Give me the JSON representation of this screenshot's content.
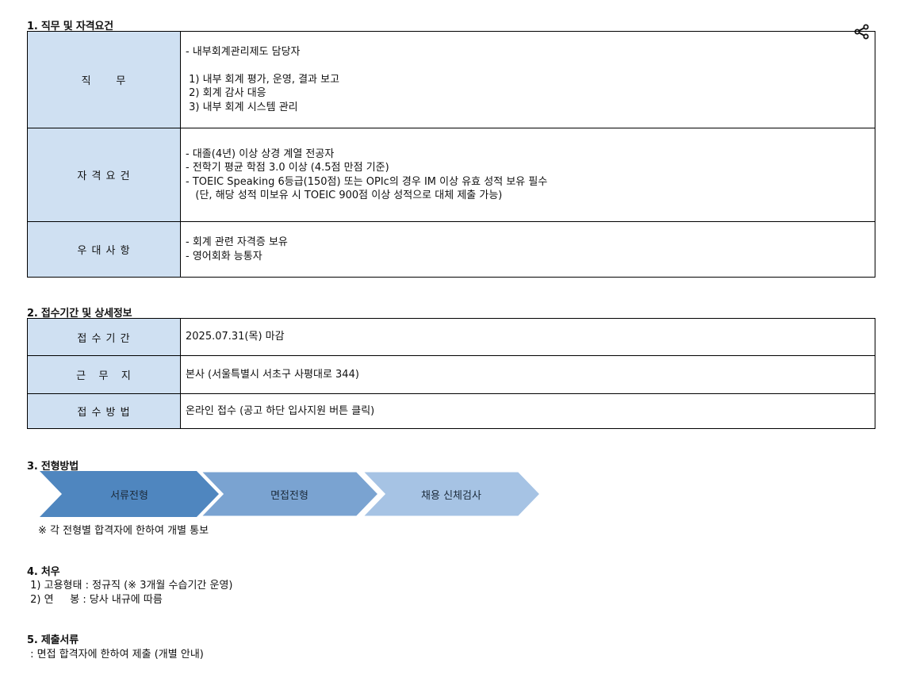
{
  "section1": {
    "title": "1. 직무 및 자격요건",
    "rows": [
      {
        "label": "직      무",
        "lines": [
          "- 내부회계관리제도 담당자",
          "",
          " 1) 내부 회계 평가, 운영, 결과 보고",
          " 2) 회계 감사 대응",
          " 3) 내부 회계 시스템 관리"
        ]
      },
      {
        "label": "자 격 요 건",
        "lines": [
          "- 대졸(4년) 이상 상경 계열 전공자",
          "- 전학기 평균 학점 3.0 이상 (4.5점 만점 기준)",
          "- TOEIC Speaking 6등급(150점) 또는 OPIc의 경우 IM 이상 유효 성적 보유 필수",
          "   (단, 해당 성적 미보유 시 TOEIC 900점 이상 성적으로 대체 제출 가능)"
        ]
      },
      {
        "label": "우 대 사 항",
        "lines": [
          "- 회계 관련 자격증 보유",
          "- 영어회화 능통자"
        ]
      }
    ]
  },
  "section2": {
    "title": "2. 접수기간 및 상세정보",
    "rows": [
      {
        "label": "접 수 기 간",
        "value": "2025.07.31(목) 마감"
      },
      {
        "label": "근   무   지",
        "value": "본사 (서울특별시 서초구 사평대로 344)"
      },
      {
        "label": "접 수 방 법",
        "value": "온라인 접수 (공고 하단 입사지원 버튼 클릭)"
      }
    ]
  },
  "section3": {
    "title": "3. 전형방법",
    "steps": [
      {
        "label": "서류전형",
        "color": "#4f86bf"
      },
      {
        "label": "면접전형",
        "color": "#7aa3d1"
      },
      {
        "label": "채용 신체검사",
        "color": "#a6c3e4"
      }
    ],
    "note": "※ 각 전형별 합격자에 한하여 개별 통보"
  },
  "section4": {
    "title": "4. 처우",
    "lines": [
      " 1) 고용형태 : 정규직 (※ 3개월 수습기간 운영)",
      " 2) 연     봉 : 당사 내규에 따름"
    ]
  },
  "section5": {
    "title": "5. 제출서류",
    "lines": [
      " : 면접 합격자에 한하여 제출 (개별 안내)"
    ]
  },
  "icons": {
    "share": "share-icon"
  }
}
